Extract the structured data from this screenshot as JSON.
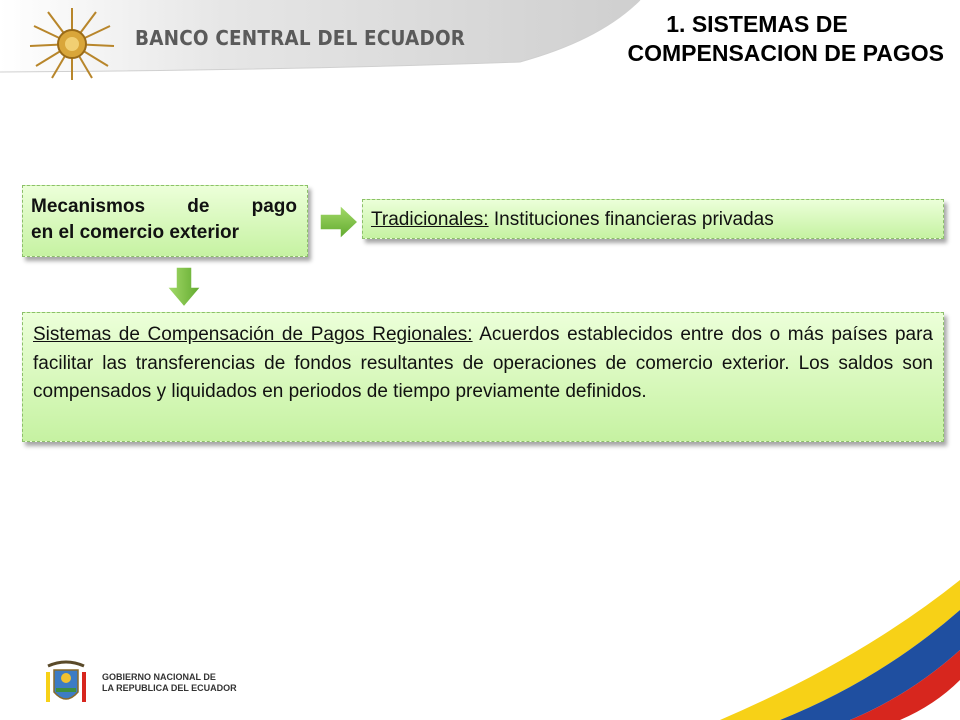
{
  "header": {
    "bank_name": "BANCO CENTRAL DEL ECUADOR",
    "title_line1": "1. SISTEMAS DE",
    "title_line2": "COMPENSACION DE PAGOS"
  },
  "boxes": {
    "mecanismos": {
      "word1": "Mecanismos",
      "word2": "de",
      "word3": "pago",
      "line2": "en el comercio exterior"
    },
    "tradicionales": {
      "label": "Tradicionales:",
      "text": "Instituciones financieras privadas"
    },
    "sistemas": {
      "label": "Sistemas de Compensación de Pagos Regionales:",
      "text": "Acuerdos establecidos entre dos o más países para facilitar las transferencias de fondos resultantes de operaciones de comercio exterior. Los saldos son compensados y liquidados en periodos de tiempo previamente definidos."
    }
  },
  "footer": {
    "gov_line1": "GOBIERNO NACIONAL DE",
    "gov_line2": "LA REPUBLICA DEL ECUADOR"
  },
  "colors": {
    "box_fill_top": "#ecffd9",
    "box_fill_bottom": "#c6f2a2",
    "arrow_green": "#7cc243",
    "flag_yellow": "#f7d117",
    "flag_blue": "#1f4fa0",
    "flag_red": "#d7261e"
  }
}
